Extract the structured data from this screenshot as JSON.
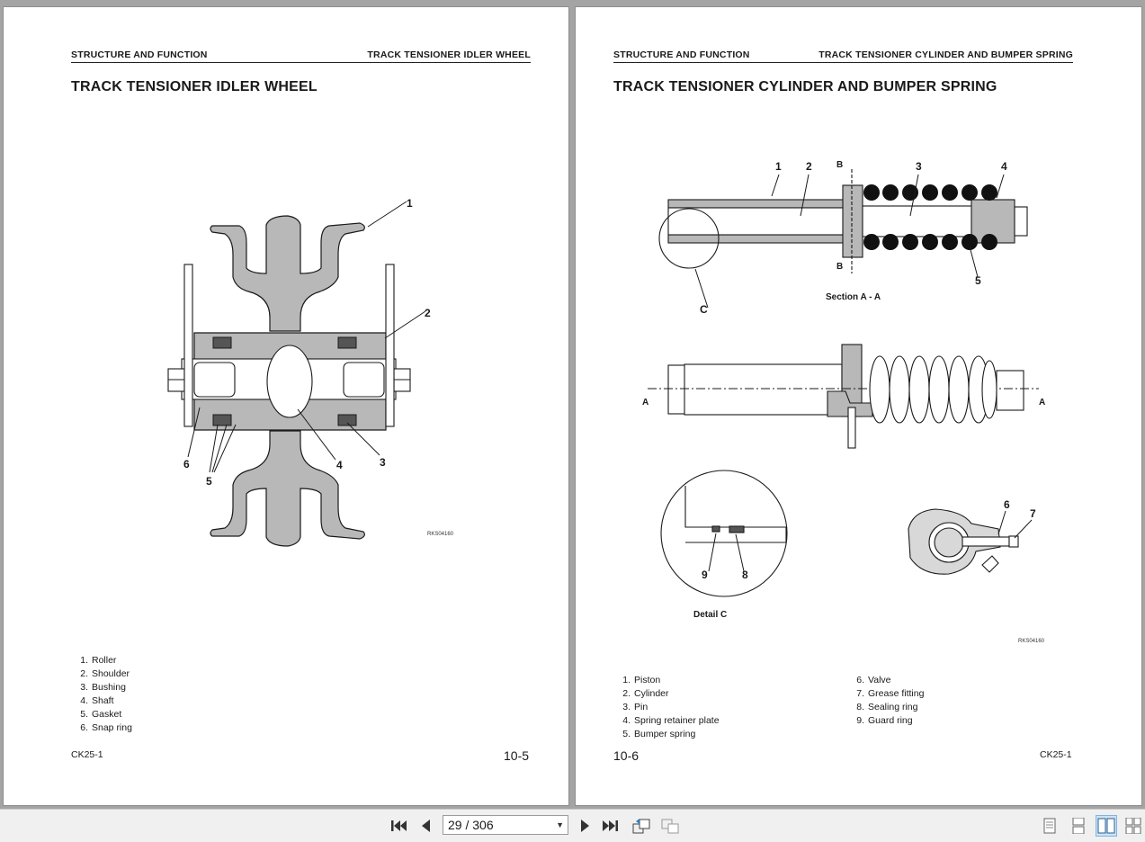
{
  "left_page": {
    "header_left": "STRUCTURE AND FUNCTION",
    "header_right": "TRACK TENSIONER IDLER WHEEL",
    "title": "TRACK TENSIONER IDLER WHEEL",
    "diagram": {
      "callouts": [
        "1",
        "2",
        "3",
        "4",
        "5",
        "6"
      ],
      "code": "RKS04160"
    },
    "parts": [
      {
        "num": "1.",
        "name": "Roller"
      },
      {
        "num": "2.",
        "name": "Shoulder"
      },
      {
        "num": "3.",
        "name": "Bushing"
      },
      {
        "num": "4.",
        "name": "Shaft"
      },
      {
        "num": "5.",
        "name": "Gasket"
      },
      {
        "num": "6.",
        "name": "Snap ring"
      }
    ],
    "footer_model": "CK25-1",
    "footer_page": "10-5"
  },
  "right_page": {
    "header_left": "STRUCTURE AND FUNCTION",
    "header_right": "TRACK TENSIONER CYLINDER AND BUMPER SPRING",
    "title": "TRACK TENSIONER CYLINDER AND BUMPER SPRING",
    "diagram": {
      "callouts": [
        "1",
        "2",
        "3",
        "4",
        "5",
        "6",
        "7",
        "8",
        "9"
      ],
      "section_markers": {
        "b": "B",
        "a": "A",
        "c": "C"
      },
      "section_caption": "Section A - A",
      "detail_caption": "Detail C",
      "code": "RKS04160"
    },
    "parts_col1": [
      {
        "num": "1.",
        "name": "Piston"
      },
      {
        "num": "2.",
        "name": "Cylinder"
      },
      {
        "num": "3.",
        "name": "Pin"
      },
      {
        "num": "4.",
        "name": "Spring retainer plate"
      },
      {
        "num": "5.",
        "name": "Bumper spring"
      }
    ],
    "parts_col2": [
      {
        "num": "6.",
        "name": "Valve"
      },
      {
        "num": "7.",
        "name": "Grease fitting"
      },
      {
        "num": "8.",
        "name": "Sealing ring"
      },
      {
        "num": "9.",
        "name": "Guard ring"
      }
    ],
    "footer_model": "CK25-1",
    "footer_page": "10-6"
  },
  "toolbar": {
    "page_display": "29 / 306",
    "buttons": [
      "first-page-icon",
      "prev-page-icon",
      "next-page-icon",
      "last-page-icon",
      "rotate-icon",
      "compare-icon",
      "single-page-icon",
      "continuous-icon",
      "two-page-icon",
      "two-page-continuous-icon"
    ]
  },
  "colors": {
    "viewer_bg": "#a4a4a4",
    "page_bg": "#ffffff",
    "part_fill": "#b8b8b8",
    "ink": "#1a1a1a",
    "toolbar_bg": "#f0f0f0",
    "active_button": "#cce4f7"
  }
}
